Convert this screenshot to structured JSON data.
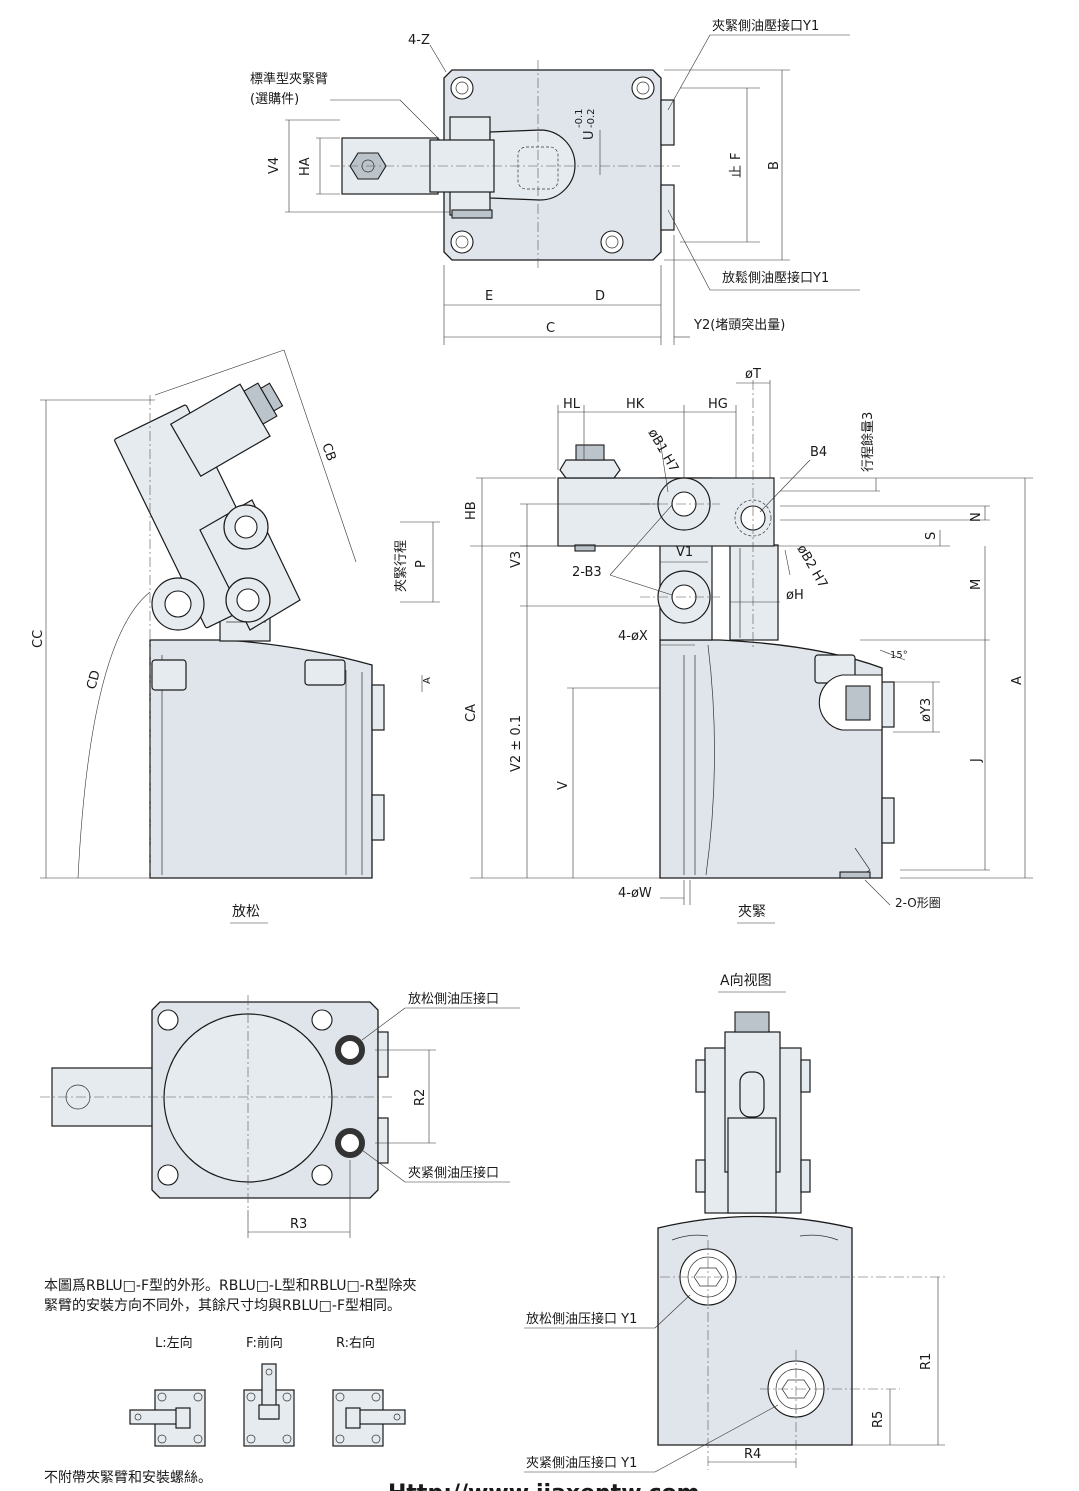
{
  "top_view": {
    "label_4z": "4-Z",
    "label_std_arm": "標準型夾緊臂",
    "label_optional": "(選購件)",
    "label_clamp_port": "夾緊側油壓接口Y1",
    "label_release_port": "放鬆側油壓接口Y1",
    "dims": {
      "v4": "V4",
      "ha": "HA",
      "u": "U",
      "u_tol_upper": "-0.1",
      "u_tol_lower": "-0.2",
      "f": "F",
      "stop_mark": "止",
      "b": "B",
      "e": "E",
      "d": "D",
      "c": "C",
      "y2": "Y2(堵頭突出量)"
    }
  },
  "release_view": {
    "caption": "放松",
    "dims": {
      "cc": "CC",
      "cd": "CD",
      "cb": "CB",
      "stroke_label": "夾緊行程",
      "p": "P",
      "a_arrow": "A"
    }
  },
  "clamp_view": {
    "caption": "夾緊",
    "dims": {
      "ot": "øT",
      "hl": "HL",
      "hk": "HK",
      "hg": "HG",
      "b1": "øB1 H7",
      "b4": "B4",
      "stroke_margin": "行程餘量3",
      "hb": "HB",
      "n": "N",
      "s": "S",
      "v3": "V3",
      "v1": "V1",
      "b2": "øB2 H7",
      "b3": "2-B3",
      "oh": "øH",
      "m": "M",
      "x": "4-øX",
      "angle": "15°",
      "y3": "øY3",
      "a": "A",
      "ca": "CA",
      "v2": "V2 ± 0.1",
      "v": "V",
      "j": "J",
      "w": "4-øW",
      "o_ring": "2-O形圈"
    }
  },
  "bottom_view": {
    "label_release_port": "放松側油压接口",
    "label_clamp_port": "夾紧側油压接口",
    "dims": {
      "r2": "R2",
      "r3": "R3"
    }
  },
  "a_view": {
    "title": "A向视图",
    "label_release_port": "放松側油压接口 Y1",
    "label_clamp_port": "夾紧側油压接口 Y1",
    "dims": {
      "r1": "R1",
      "r5": "R5",
      "r4": "R4"
    }
  },
  "notes": {
    "line1": "本圖爲RBLU□-F型的外形。RBLU□-L型和RBLU□-R型除夾",
    "line2": "緊臂的安裝方向不同外，其餘尺寸均與RBLU□-F型相同。",
    "variant_l": "L:左向",
    "variant_f": "F:前向",
    "variant_r": "R:右向",
    "footer": "不附帶夾緊臂和安裝螺絲。",
    "url": "Http://www.jiaxentw.com"
  }
}
